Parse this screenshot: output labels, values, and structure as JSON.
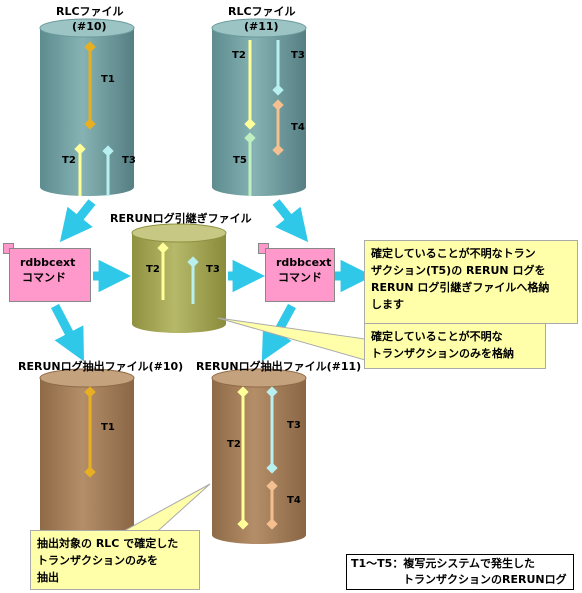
{
  "files": {
    "rlc10": {
      "title": "RLCファイル",
      "sub": "(#10)"
    },
    "rlc11": {
      "title": "RLCファイル",
      "sub": "(#11)"
    },
    "rerun_carry": {
      "title": "RERUNログ引継ぎファイル"
    },
    "extract10": {
      "title": "RERUNログ抽出ファイル(#10)"
    },
    "extract11": {
      "title": "RERUNログ抽出ファイル(#11)"
    }
  },
  "transactions": {
    "t1": "T1",
    "t2": "T2",
    "t3": "T3",
    "t4": "T4",
    "t5": "T5"
  },
  "commands": {
    "left": {
      "line1": "rdbbcext",
      "line2": "コマンド"
    },
    "right": {
      "line1": "rdbbcext",
      "line2": "コマンド"
    }
  },
  "notes": {
    "store_unknown": [
      "確定していることが不明なトラン",
      "ザクション(T5)の RERUN ログを",
      "RERUN ログ引継ぎファイルへ格納",
      "します"
    ],
    "carry_only": [
      "確定していることが不明な",
      "トランザクションのみを格納"
    ],
    "extract_only": [
      "抽出対象の RLC で確定した",
      "トランザクションのみを",
      "抽出"
    ]
  },
  "legend": {
    "line1": "T1～T5：複写元システムで発生した",
    "line2": "トランザクションのRERUNログ"
  },
  "colors": {
    "cyl_teal": "#6a9a9c",
    "cyl_olive": "#a3a552",
    "cyl_brown": "#a6805c",
    "t1": "#e8b020",
    "t2": "#ffff99",
    "t3": "#b8f0f0",
    "t4": "#f4c090",
    "t5": "#c0f0c0",
    "arrow": "#30c8e8",
    "command": "#ff99cc",
    "note": "#ffffaa"
  }
}
